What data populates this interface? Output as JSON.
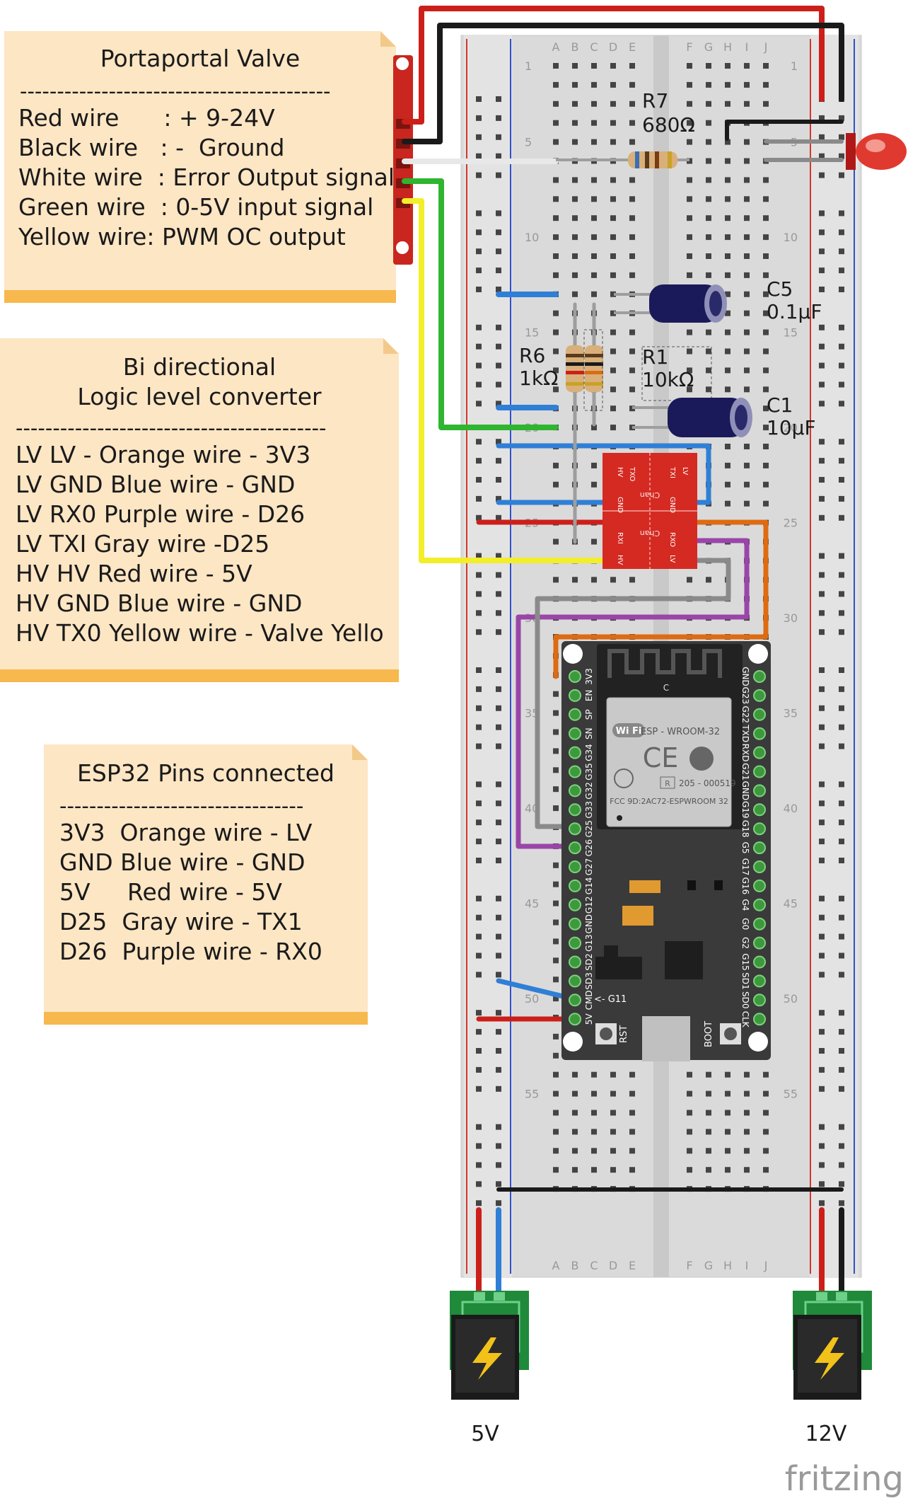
{
  "notes": {
    "valve": {
      "title": "Portaportal Valve",
      "divider": "------------------------------------------",
      "lines": [
        "Red wire      : + 9-24V",
        "Black wire   : -  Ground",
        "White wire  : Error Output signal",
        "Green wire  : 0-5V input signal",
        "Yellow wire: PWM OC output"
      ]
    },
    "converter": {
      "title_1": "Bi directional",
      "title_2": "Logic level converter",
      "divider": "------------------------------------------",
      "lines": [
        "LV LV - Orange wire - 3V3",
        "LV GND Blue wire - GND",
        "LV RX0 Purple wire - D26",
        "LV TXI Gray wire -D25",
        "HV HV Red wire - 5V",
        "HV GND Blue wire - GND",
        "HV TX0 Yellow wire - Valve Yello"
      ]
    },
    "esp32": {
      "title": "ESP32 Pins connected",
      "divider": "---------------------------------",
      "lines": [
        "3V3  Orange wire - LV",
        "GND Blue wire - GND",
        "5V     Red wire - 5V",
        "D25  Gray wire - TX1",
        "D26  Purple wire - RX0"
      ]
    }
  },
  "components": {
    "r7": {
      "name": "R7",
      "value": "680Ω"
    },
    "c5": {
      "name": "C5",
      "value": "0.1µF"
    },
    "r6": {
      "name": "R6",
      "value": "1kΩ"
    },
    "r1": {
      "name": "R1",
      "value": "10kΩ"
    },
    "c1": {
      "name": "C1",
      "value": "10µF"
    }
  },
  "breadboard": {
    "columns_left": [
      "A",
      "B",
      "C",
      "D",
      "E"
    ],
    "columns_right": [
      "F",
      "G",
      "H",
      "I",
      "J"
    ],
    "row_numbers": [
      "1",
      "5",
      "10",
      "15",
      "20",
      "25",
      "30",
      "35",
      "40",
      "45",
      "50",
      "55"
    ]
  },
  "esp_board": {
    "module_name": "ESP - WROOM-32",
    "wifi_label": "Wi Fi",
    "ce_mark": "CE",
    "cert_r": "R",
    "cert_num": "205 - 000519",
    "fcc": "FCC 9D:2AC72-ESPWROOM 32",
    "rst_label": "RST",
    "boot_label": "BOOT",
    "g11_label": "<- G11",
    "c_label": "C",
    "left_pins": [
      "3V3",
      "EN",
      "SP",
      "SN",
      "G34",
      "G35",
      "G32",
      "G33",
      "G25",
      "G26",
      "G27",
      "G14",
      "G12",
      "GND",
      "G13",
      "SD2",
      "SD3",
      "CMD",
      "5V"
    ],
    "right_pins": [
      "GND",
      "G23",
      "G22",
      "TXD",
      "RXD",
      "G21",
      "GND",
      "G19",
      "G18",
      "G5",
      "G17",
      "G16",
      "G4",
      "G0",
      "G2",
      "G15",
      "SD1",
      "SD0",
      "CLK"
    ]
  },
  "converter_board": {
    "top_labels": [
      "HV",
      "TXO",
      "RXI",
      "GND",
      "LV",
      "TXI",
      "RXO",
      "GND",
      "HV",
      "LV"
    ],
    "chan_label": "Chan"
  },
  "power": {
    "left_label": "5V",
    "right_label": "12V"
  },
  "brand": "fritzing",
  "colors": {
    "wire_red": "#cc1f1a",
    "wire_black": "#1a1a1a",
    "wire_white": "#e8e8e8",
    "wire_green": "#2fb52f",
    "wire_yellow": "#f2ee2a",
    "wire_blue": "#2f7fd6",
    "wire_orange": "#de6b12",
    "wire_purple": "#9a45a8",
    "wire_gray": "#8a8a8a",
    "note_bg": "#fde6c4",
    "note_strip": "#f7b84d"
  }
}
